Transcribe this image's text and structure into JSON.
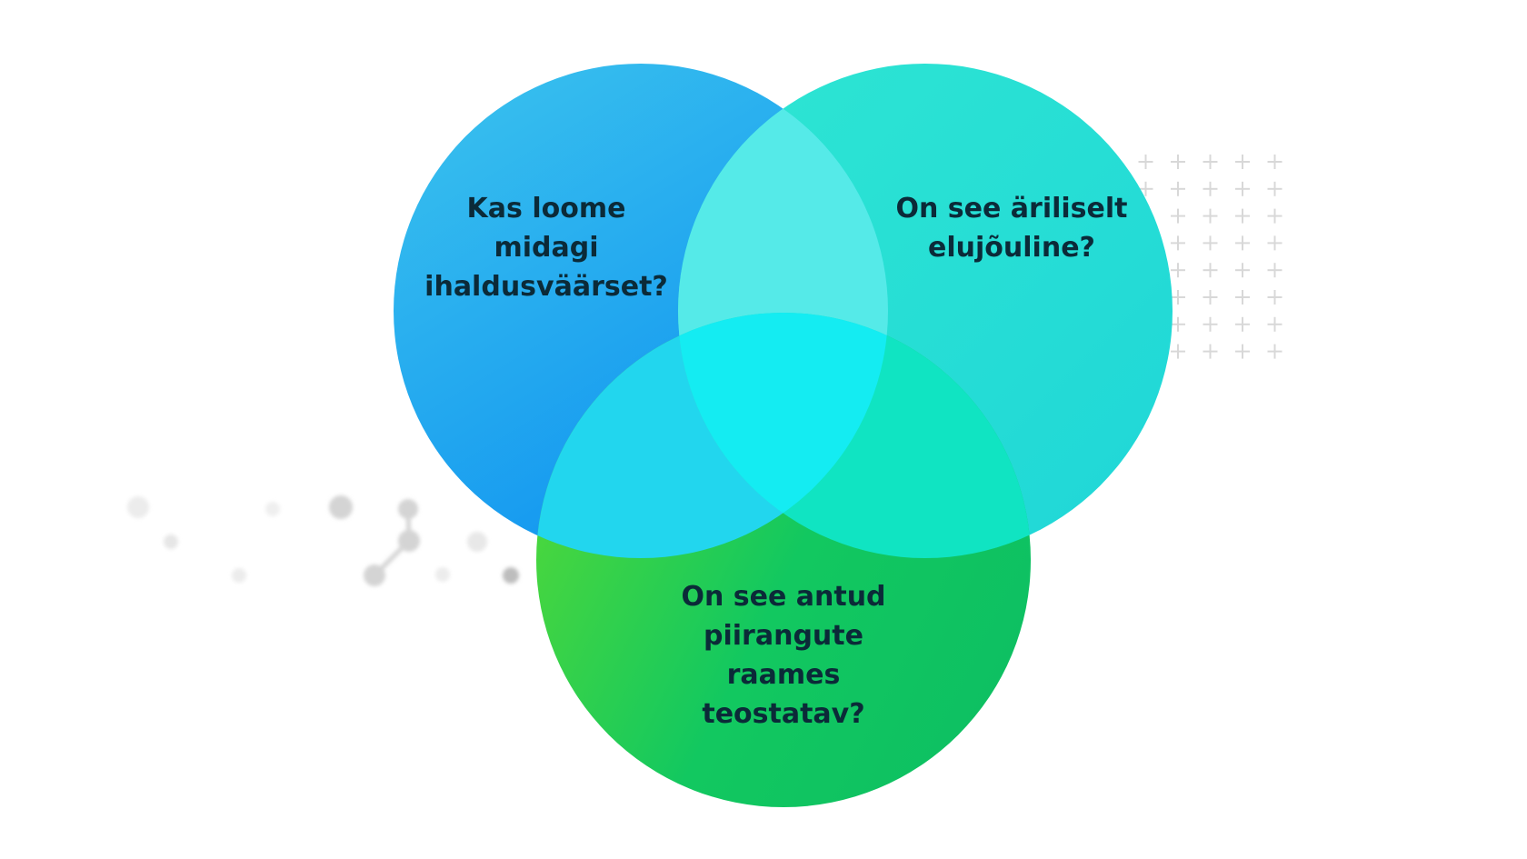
{
  "diagram": {
    "type": "venn",
    "circles": [
      {
        "id": "desirability",
        "lines": [
          "Kas loome",
          "midagi",
          "ihaldusväärset?"
        ],
        "color": "#1aa0ee"
      },
      {
        "id": "viability",
        "lines": [
          "On see äriliselt",
          "elujõuline?"
        ],
        "color": "#22dcd6"
      },
      {
        "id": "feasibility",
        "lines": [
          "On see antud",
          "piirangute",
          "raames",
          "teostatav?"
        ],
        "color": "#14c860"
      }
    ]
  }
}
